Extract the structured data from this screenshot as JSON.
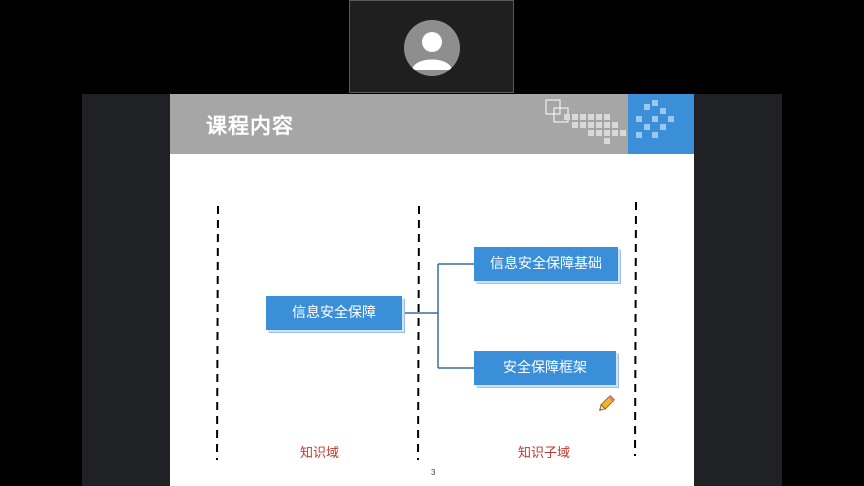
{
  "participant": {
    "avatar_icon": "user-silhouette-icon"
  },
  "slide": {
    "title": "课程内容",
    "diagram": {
      "root": "信息安全保障",
      "children": [
        "信息安全保障基础",
        "安全保障框架"
      ],
      "left_label": "知识域",
      "right_label": "知识子域"
    },
    "page_number": "3",
    "annotation_icon": "pencil-icon"
  },
  "colors": {
    "header_gray": "#a6a6a6",
    "node_blue": "#3b8fd9",
    "label_red": "#c0392b",
    "accent_blue": "#3b8fd9"
  }
}
